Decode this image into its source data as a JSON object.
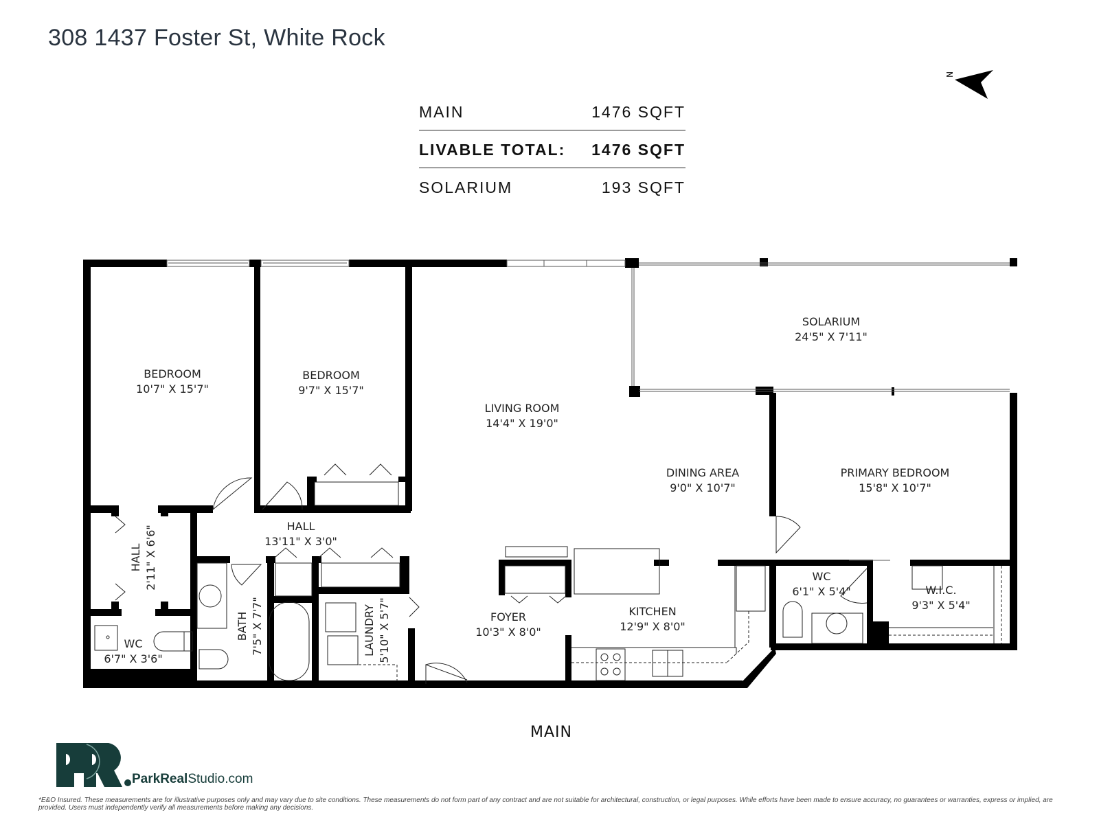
{
  "header": {
    "title": "308 1437 Foster St, White Rock"
  },
  "area_summary": {
    "rows": [
      {
        "label": "MAIN",
        "value": "1476 SQFT",
        "bold": false
      },
      {
        "label": "LIVABLE TOTAL:",
        "value": "1476 SQFT",
        "bold": true
      },
      {
        "label": "SOLARIUM",
        "value": "193 SQFT",
        "bold": false
      }
    ]
  },
  "compass": {
    "label": "N",
    "icon": "north-arrow-icon"
  },
  "rooms": [
    {
      "id": "bedroom-1",
      "name": "BEDROOM",
      "dims": "10'7\" X 15'7\""
    },
    {
      "id": "bedroom-2",
      "name": "BEDROOM",
      "dims": "9'7\" X 15'7\""
    },
    {
      "id": "living-room",
      "name": "LIVING ROOM",
      "dims": "14'4\" X 19'0\""
    },
    {
      "id": "solarium",
      "name": "SOLARIUM",
      "dims": "24'5\" X 7'11\""
    },
    {
      "id": "dining-area",
      "name": "DINING AREA",
      "dims": "9'0\" X 10'7\""
    },
    {
      "id": "primary-bedroom",
      "name": "PRIMARY BEDROOM",
      "dims": "15'8\" X 10'7\""
    },
    {
      "id": "hall-main",
      "name": "HALL",
      "dims": "13'11\" X 3'0\""
    },
    {
      "id": "hall-side",
      "name": "HALL",
      "dims": "2'11\" X 6'6\""
    },
    {
      "id": "wc-1",
      "name": "WC",
      "dims": "6'7\" X 3'6\""
    },
    {
      "id": "bath",
      "name": "BATH",
      "dims": "7'5\" X 7'7\""
    },
    {
      "id": "laundry",
      "name": "LAUNDRY",
      "dims": "5'10\" X 5'7\""
    },
    {
      "id": "foyer",
      "name": "FOYER",
      "dims": "10'3\" X 8'0\""
    },
    {
      "id": "kitchen",
      "name": "KITCHEN",
      "dims": "12'9\" X 8'0\""
    },
    {
      "id": "wc-2",
      "name": "WC",
      "dims": "6'1\" X 5'4\""
    },
    {
      "id": "wic",
      "name": "W.I.C.",
      "dims": "9'3\" X 5'4\""
    }
  ],
  "floor": {
    "label": "MAIN"
  },
  "brand": {
    "logo_letters": "PR",
    "name_bold": "ParkReal",
    "name_regular": "Studio.com",
    "color": "#173d3a"
  },
  "disclaimer": "*E&O Insured. These measurements are for illustrative purposes only and may vary due to site conditions. These measurements do not form part of any contract and are not suitable for architectural, construction, or legal purposes. While efforts have been made to ensure accuracy, no guarantees or warranties, express or implied, are provided. Users must independently verify all measurements before making any decisions.",
  "colors": {
    "wall": "#000000",
    "title": "#2a3440",
    "brand": "#173d3a"
  }
}
